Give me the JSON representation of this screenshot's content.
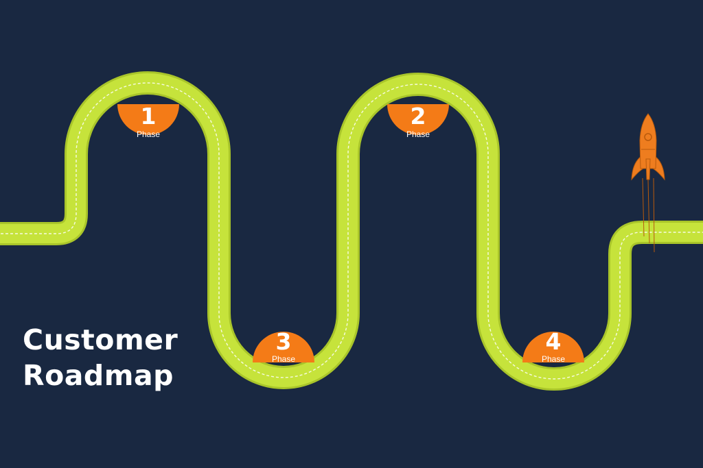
{
  "colors": {
    "background": "#192841",
    "road": "#c6e33b",
    "road_edge": "#a9c52a",
    "lane_line": "#ffffff",
    "marker": "#f47b17",
    "marker_text": "#ffffff",
    "rocket": "#ee7d1f",
    "rocket_outline": "#b85a0c"
  },
  "title": {
    "line1": "Customer",
    "line2": "Roadmap"
  },
  "phases": [
    {
      "number": "1",
      "label": "Phase"
    },
    {
      "number": "2",
      "label": "Phase"
    },
    {
      "number": "3",
      "label": "Phase"
    },
    {
      "number": "4",
      "label": "Phase"
    }
  ],
  "icons": {
    "rocket": "rocket-icon"
  }
}
